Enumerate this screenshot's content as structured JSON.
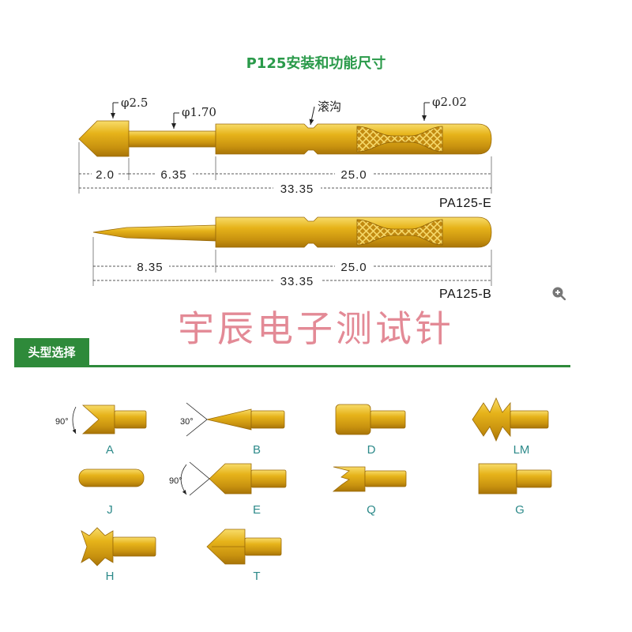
{
  "title": "P125安装和功能尺寸",
  "probe_e": {
    "callouts": {
      "tip_dia": "φ2.5",
      "plunger_dia": "φ1.70",
      "groove": "滚沟",
      "barrel_dia": "φ2.02"
    },
    "dims": {
      "tip_len": "2.0",
      "plunger_len": "6.35",
      "barrel_len": "25.0",
      "total_len": "33.35"
    },
    "model": "PA125-E"
  },
  "probe_b": {
    "dims": {
      "tip_len": "8.35",
      "barrel_len": "25.0",
      "total_len": "33.35"
    },
    "model": "PA125-B"
  },
  "watermark": "宇辰电子测试针",
  "section": {
    "label": "头型选择"
  },
  "head_types": [
    {
      "letter": "A",
      "angle": "90°"
    },
    {
      "letter": "B",
      "angle": "30°"
    },
    {
      "letter": "D"
    },
    {
      "letter": "LM"
    },
    {
      "letter": "J"
    },
    {
      "letter": "E",
      "angle": "90°"
    },
    {
      "letter": "Q"
    },
    {
      "letter": "G"
    },
    {
      "letter": "H"
    },
    {
      "letter": "T"
    }
  ],
  "colors": {
    "gold": "#e6b31a",
    "gold_dark": "#b07d0c",
    "gold_light": "#f8dc6a",
    "title_green": "#2a9a4a",
    "section_green": "#2e8a3a",
    "letter_teal": "#2d8a8a",
    "watermark": "#e38a96"
  },
  "icons": {
    "zoom": "zoom-in-icon"
  }
}
